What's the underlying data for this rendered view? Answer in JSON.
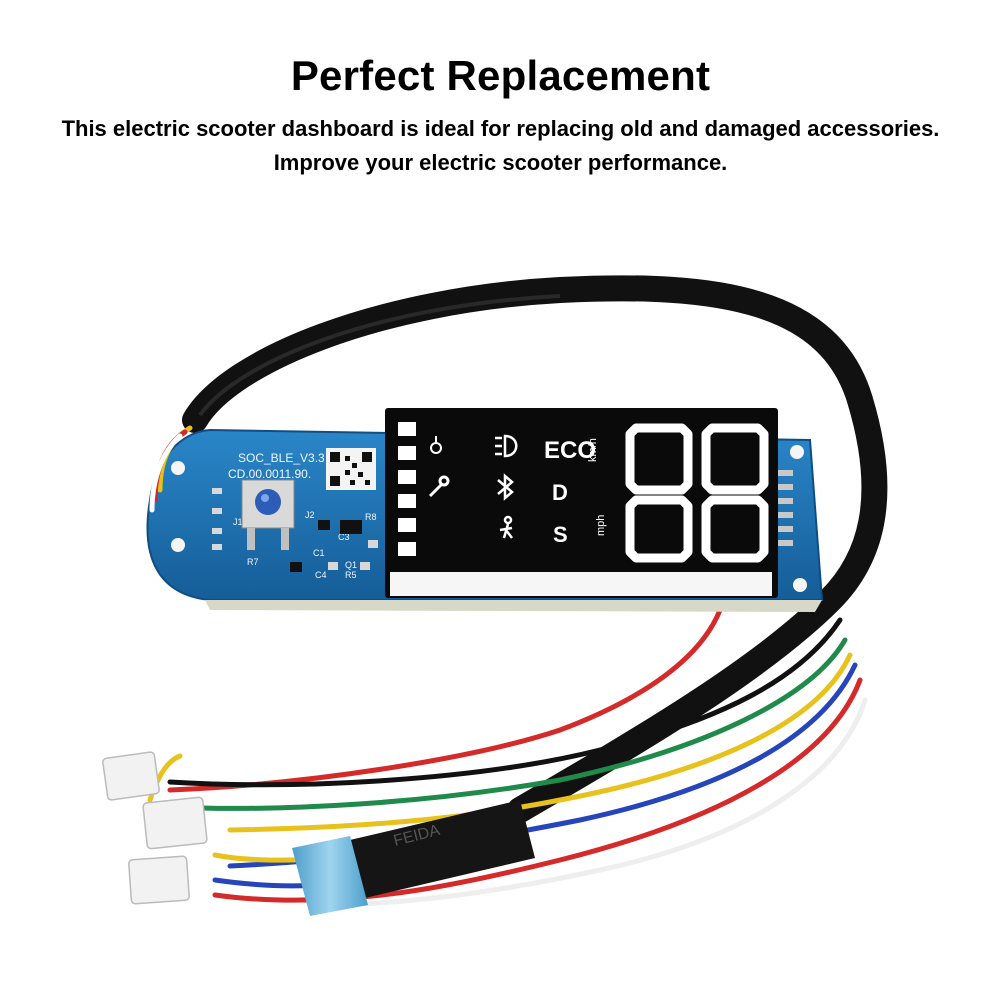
{
  "header": {
    "title": "Perfect Replacement",
    "subtitle_line1": "This electric scooter dashboard is ideal for replacing old and damaged accessories.",
    "subtitle_line2": "Improve your electric scooter performance."
  },
  "board": {
    "silkscreen_model": "SOC_BLE_V3.3",
    "silkscreen_code": "CD.00.0011.90.",
    "label_j2": "J2",
    "label_j1": "J1",
    "label_r7": "R7",
    "label_c4": "C4",
    "label_c1": "C1",
    "label_r5": "R5",
    "label_r8": "R8",
    "label_c3": "C3",
    "label_q1": "Q1"
  },
  "display": {
    "digits": "88",
    "mode_eco": "ECO",
    "mode_d": "D",
    "mode_s": "S",
    "unit_kmh": "km/h",
    "unit_mph": "mph"
  },
  "cable": {
    "brand": "FEIDA"
  },
  "colors": {
    "pcb": "#1d6fb0",
    "cable": "#111111",
    "wire_red": "#d42a2a",
    "wire_yellow": "#e8c21c",
    "wire_green": "#1f8a4a",
    "wire_blue": "#2545b8",
    "sleeve": "#6fb7dc"
  }
}
